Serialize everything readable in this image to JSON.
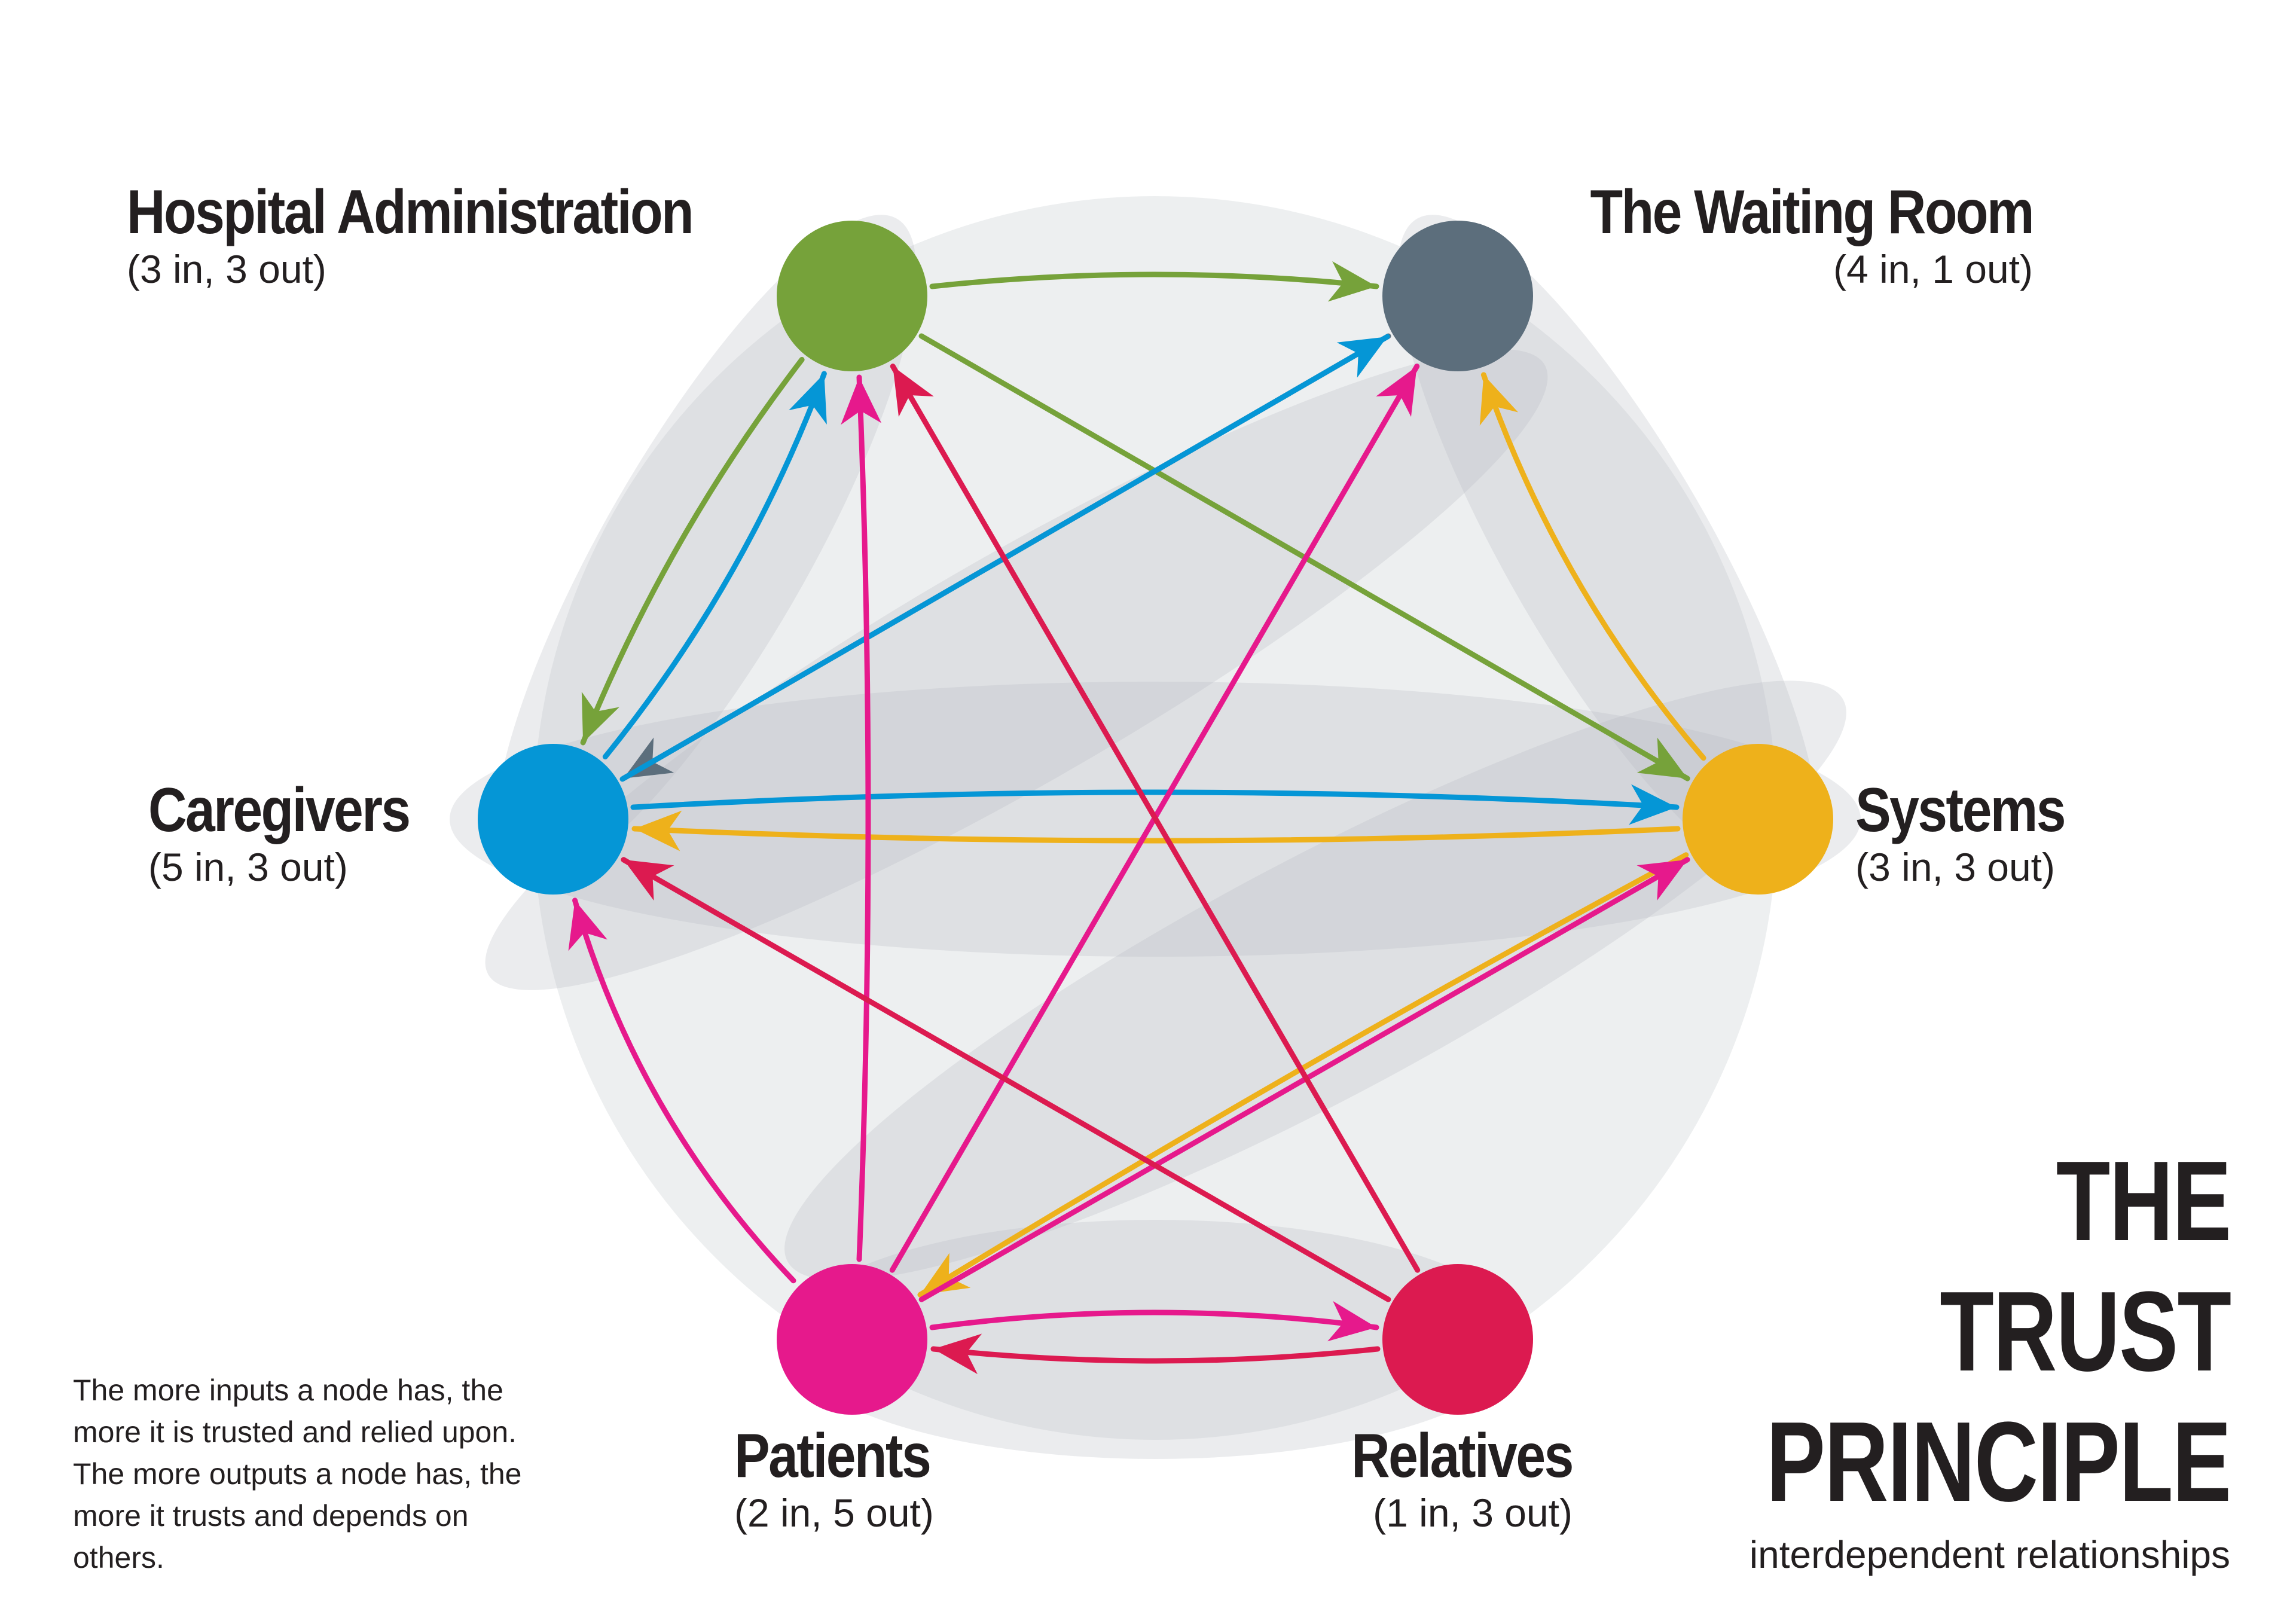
{
  "diagram": {
    "nodes": [
      {
        "id": "admin",
        "label": "Hospital Administration",
        "counts": "(3 in, 3 out)",
        "color": "#76a23a"
      },
      {
        "id": "waiting",
        "label": "The Waiting Room",
        "counts": "(4 in, 1 out)",
        "color": "#5c6e7c"
      },
      {
        "id": "care",
        "label": "Caregivers",
        "counts": "(5 in, 3 out)",
        "color": "#0596d6"
      },
      {
        "id": "systems",
        "label": "Systems",
        "counts": "(3 in, 3 out)",
        "color": "#eeb11b"
      },
      {
        "id": "patients",
        "label": "Patients",
        "counts": "(2 in, 5 out)",
        "color": "#e6198c"
      },
      {
        "id": "relatives",
        "label": "Relatives",
        "counts": "(1 in, 3 out)",
        "color": "#dc1a50"
      }
    ],
    "edges": [
      {
        "from": "admin",
        "to": "waiting",
        "color": "#76a23a"
      },
      {
        "from": "admin",
        "to": "care",
        "color": "#76a23a"
      },
      {
        "from": "admin",
        "to": "systems",
        "color": "#76a23a"
      },
      {
        "from": "waiting",
        "to": "care",
        "color": "#5c6e7c"
      },
      {
        "from": "care",
        "to": "admin",
        "color": "#0596d6"
      },
      {
        "from": "care",
        "to": "waiting",
        "color": "#0596d6"
      },
      {
        "from": "care",
        "to": "systems",
        "color": "#0596d6"
      },
      {
        "from": "systems",
        "to": "waiting",
        "color": "#eeb11b"
      },
      {
        "from": "systems",
        "to": "care",
        "color": "#eeb11b"
      },
      {
        "from": "systems",
        "to": "patients",
        "color": "#eeb11b"
      },
      {
        "from": "patients",
        "to": "admin",
        "color": "#e6198c"
      },
      {
        "from": "patients",
        "to": "waiting",
        "color": "#e6198c"
      },
      {
        "from": "patients",
        "to": "care",
        "color": "#e6198c"
      },
      {
        "from": "patients",
        "to": "systems",
        "color": "#e6198c"
      },
      {
        "from": "patients",
        "to": "relatives",
        "color": "#e6198c"
      },
      {
        "from": "relatives",
        "to": "admin",
        "color": "#dc1a50"
      },
      {
        "from": "relatives",
        "to": "care",
        "color": "#dc1a50"
      },
      {
        "from": "relatives",
        "to": "patients",
        "color": "#dc1a50"
      }
    ]
  },
  "title": {
    "lines": [
      "THE",
      "TRUST",
      "PRINCIPLE"
    ],
    "subtitle": "interdependent relationships"
  },
  "note": "The more inputs a node has, the more it is trusted and relied upon. The more outputs a node has, the more it trusts and depends on others."
}
